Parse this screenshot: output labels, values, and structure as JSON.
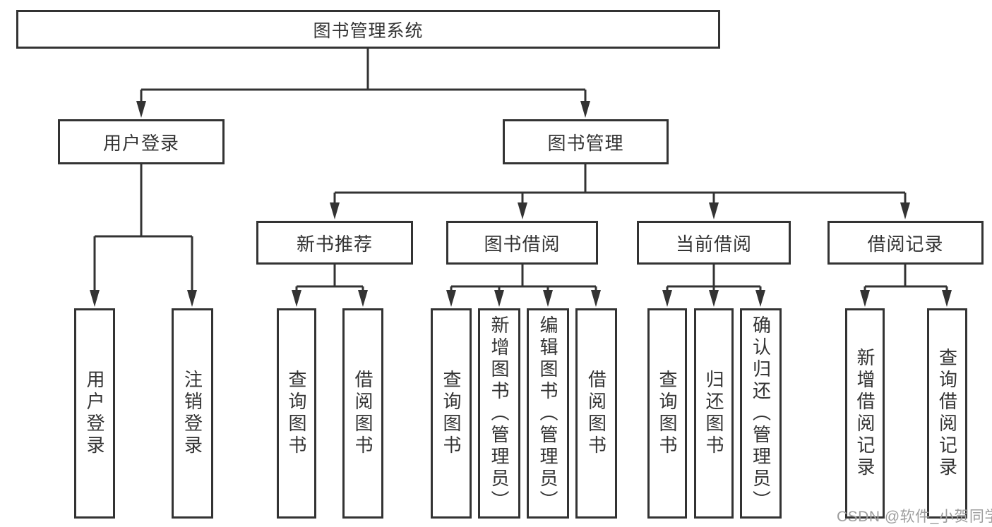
{
  "diagram": {
    "title": "图书管理系统",
    "level2": {
      "user_login": "用户登录",
      "book_management": "图书管理"
    },
    "level3": [
      "新书推荐",
      "图书借阅",
      "当前借阅",
      "借阅记录"
    ],
    "leaves": {
      "user_login": [
        "用户登录",
        "注销登录"
      ],
      "new_book_recommend": [
        "查询图书",
        "借阅图书"
      ],
      "book_borrow": [
        "查询图书",
        "新增图书（管理员）",
        "编辑图书（管理员）",
        "借阅图书"
      ],
      "current_borrow": [
        "查询图书",
        "归还图书",
        "确认归还（管理员）"
      ],
      "borrow_records": [
        "新增借阅记录",
        "查询借阅记录"
      ]
    }
  },
  "watermark": {
    "text": "CSDN @软件_小贺同学",
    "color": "#9d9d9d"
  },
  "colors": {
    "line": "#333333",
    "box_border": "#333333",
    "text": "#333333",
    "background": "#ffffff"
  }
}
